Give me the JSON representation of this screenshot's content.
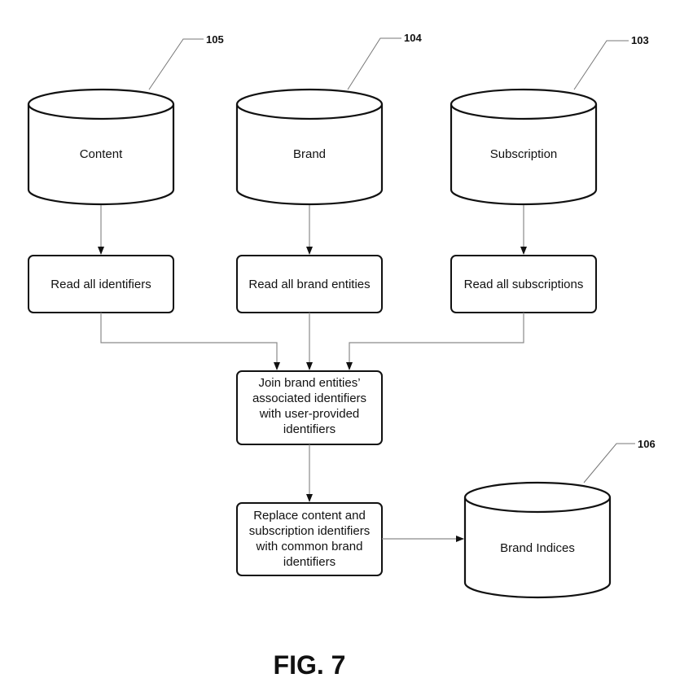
{
  "databases": {
    "content": {
      "label": "Content",
      "ref": "105"
    },
    "brand": {
      "label": "Brand",
      "ref": "104"
    },
    "subscription": {
      "label": "Subscription",
      "ref": "103"
    },
    "brand_indices": {
      "label": "Brand Indices",
      "ref": "106"
    }
  },
  "steps": {
    "read_identifiers": "Read all identifiers",
    "read_brand_entities": "Read all brand entities",
    "read_subscriptions": "Read all subscriptions",
    "join": [
      "Join brand entities’",
      "associated identifiers",
      "with user-provided",
      "identifiers"
    ],
    "replace": [
      "Replace content and",
      "subscription identifiers",
      "with common brand",
      "identifiers"
    ]
  },
  "figure_label": "FIG. 7"
}
